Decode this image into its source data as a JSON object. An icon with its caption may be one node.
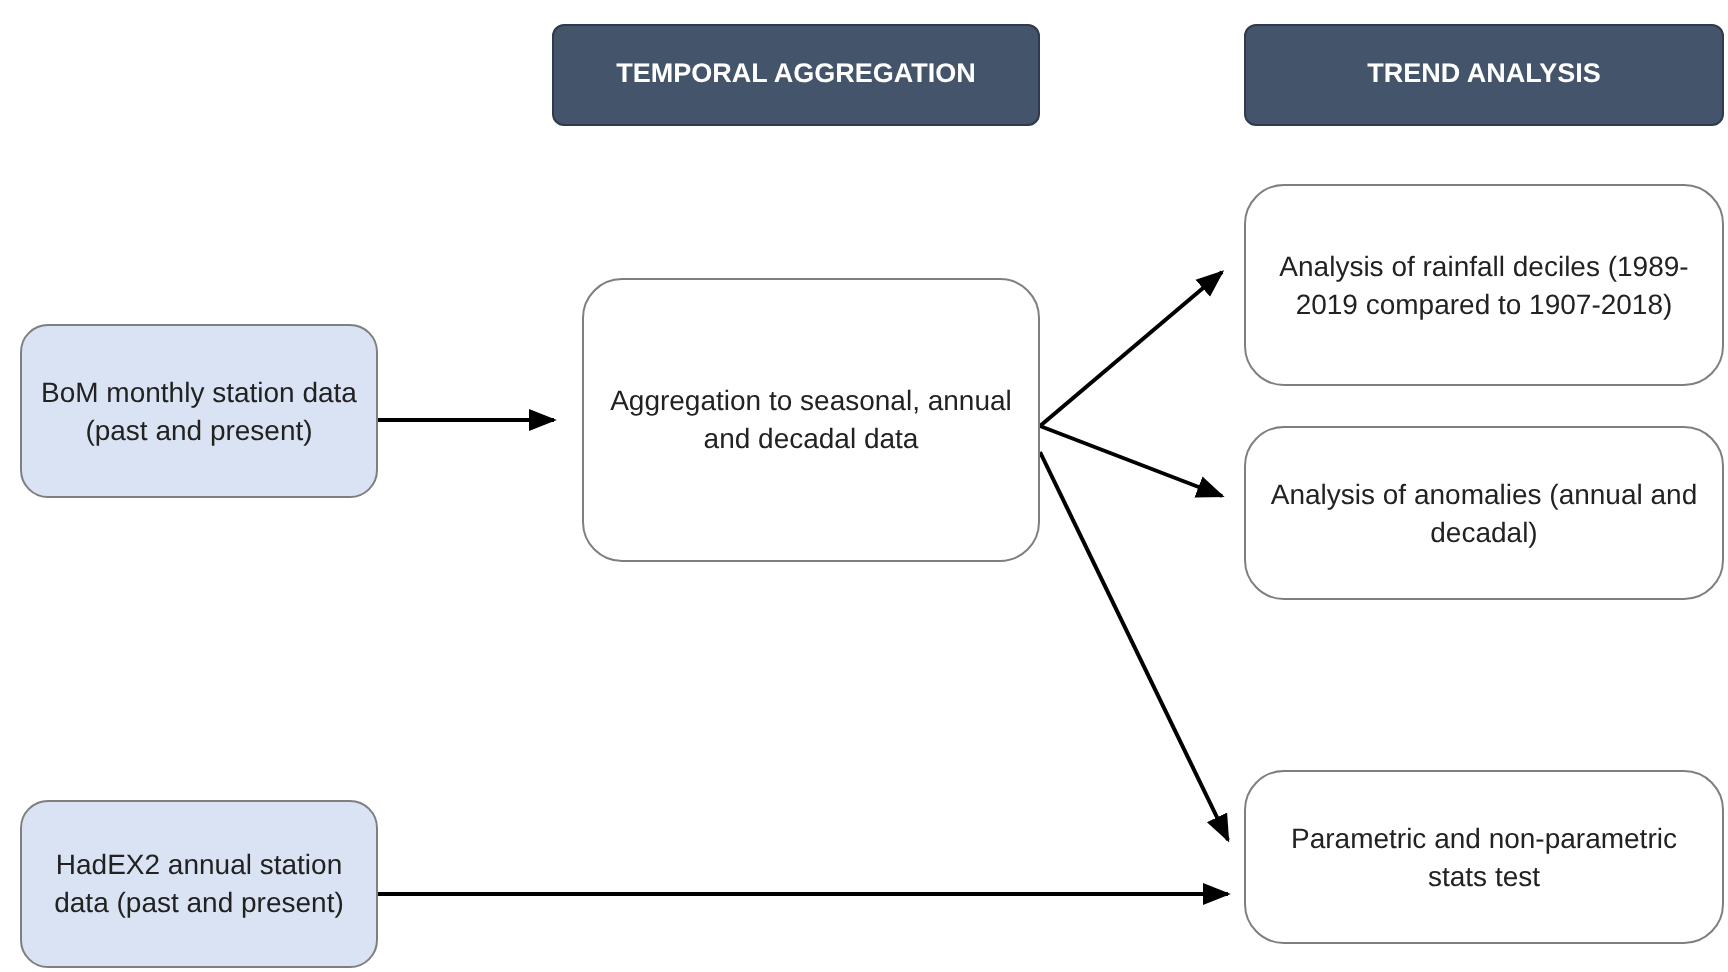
{
  "diagram": {
    "nodes": [
      {
        "text": [
          "TEMPORAL AGGREGATION"
        ]
      },
      {
        "text": [
          "TREND ANALYSIS"
        ]
      },
      {
        "text": [
          "BoM monthly station data (past and present)"
        ]
      },
      {
        "text": [
          "Aggregation to seasonal, annual and decadal data"
        ]
      },
      {
        "text": [
          "Analysis of rainfall deciles (1989-2019 compared to 1907-2018)"
        ]
      },
      {
        "text": [
          "Analysis of anomalies (annual and decadal)"
        ]
      },
      {
        "text": [
          "Parametric and non-parametric stats test"
        ]
      },
      {
        "text": [
          "HadEX2 annual station data (past and present)"
        ]
      }
    ],
    "edges": [
      {
        "from": 2,
        "to": 3,
        "arrow": "to"
      },
      {
        "from": 3,
        "to": 4,
        "arrow": "to"
      },
      {
        "from": 3,
        "to": 5,
        "arrow": "to"
      },
      {
        "from": 3,
        "to": 6,
        "arrow": "to"
      },
      {
        "from": 7,
        "to": 6,
        "arrow": "to"
      }
    ]
  }
}
